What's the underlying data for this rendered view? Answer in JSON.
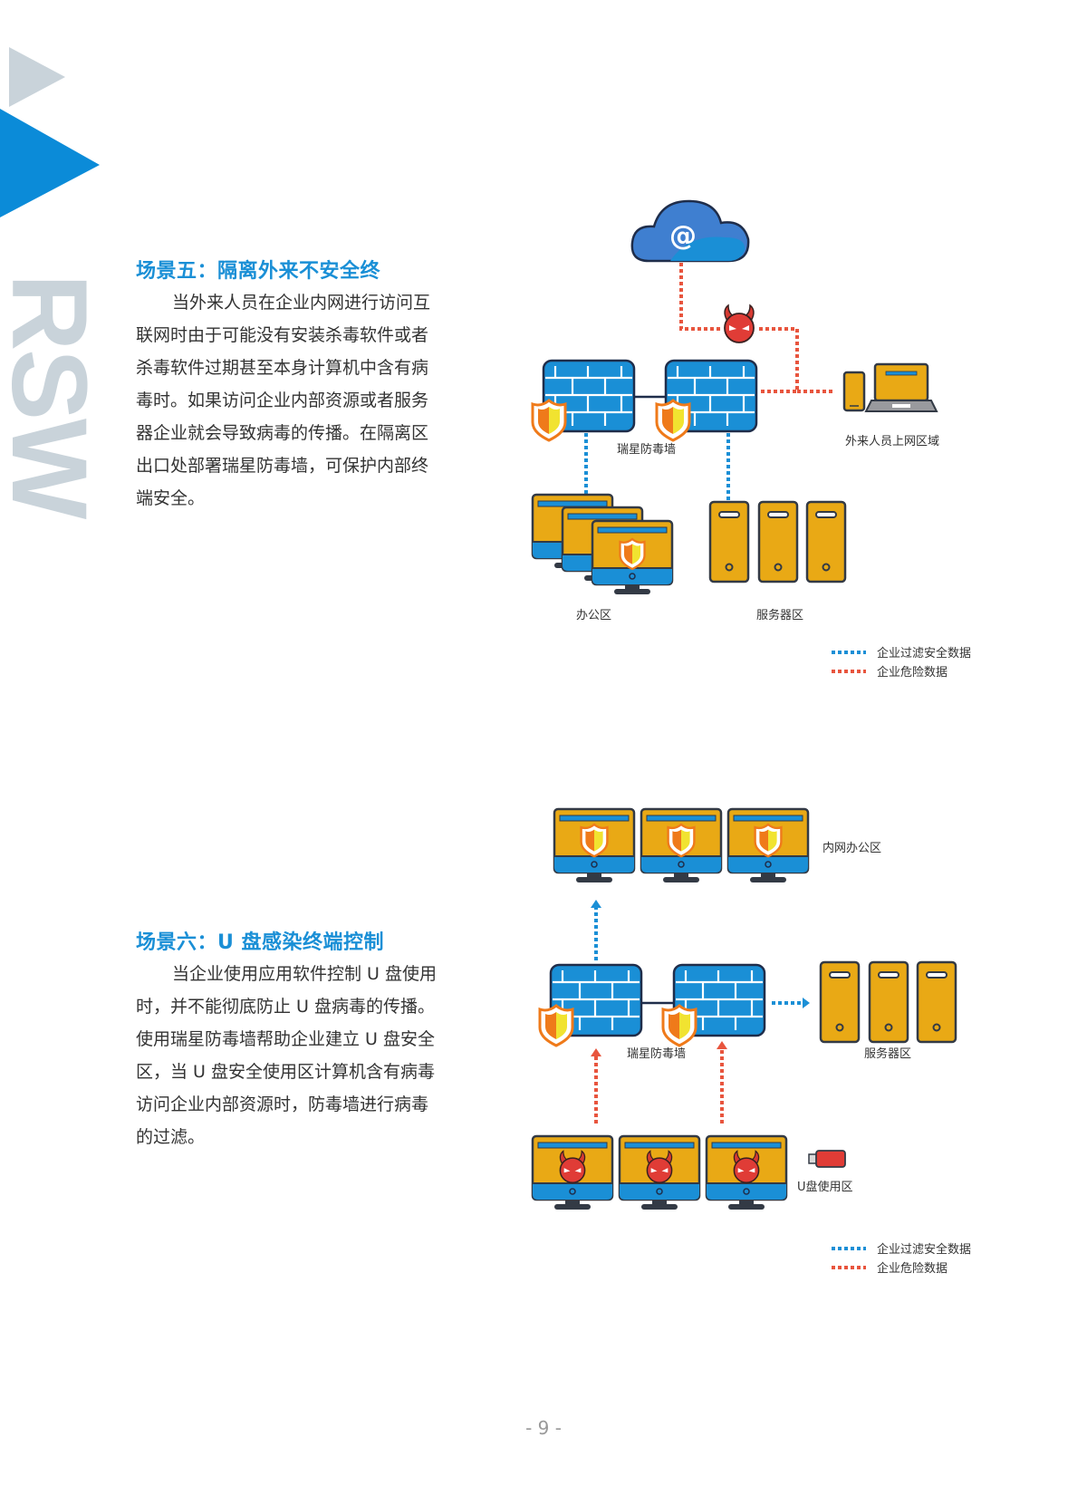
{
  "brand": {
    "watermark": "RSW",
    "accent_color": "#0b8bd8",
    "watermark_color": "#c9d3da"
  },
  "scene5": {
    "title": "场景五：隔离外来不安全终",
    "paragraph_lines": [
      "当外来人员在企业内网进行访问互",
      "联网时由于可能没有安装杀毒软件或者",
      "杀毒软件过期甚至本身计算机中含有病",
      "毒时。如果访问企业内部资源或者服务",
      "器企业就会导致病毒的传播。在隔离区",
      "出口处部署瑞星防毒墙，可保护内部终",
      "端安全。"
    ],
    "diagram": {
      "cloud_icon": "at-sign-cloud-icon",
      "virus_icon": "devil-virus-icon",
      "firewall_label": "瑞星防毒墙",
      "external_label": "外来人员上网区域",
      "office_label": "办公区",
      "server_label": "服务器区"
    },
    "legend": [
      {
        "label": "企业过滤安全数据",
        "color": "#1a8fd6"
      },
      {
        "label": "企业危险数据",
        "color": "#e8553e"
      }
    ]
  },
  "scene6": {
    "title": "场景六：U 盘感染终端控制",
    "paragraph_lines": [
      "当企业使用应用软件控制 U 盘使用",
      "时，并不能彻底防止 U 盘病毒的传播。",
      "使用瑞星防毒墙帮助企业建立 U 盘安全",
      "区，当 U 盘安全使用区计算机含有病毒",
      "访问企业内部资源时，防毒墙进行病毒",
      "的过滤。"
    ],
    "diagram": {
      "intranet_label": "内网办公区",
      "firewall_label": "瑞星防毒墙",
      "server_label": "服务器区",
      "usb_label": "U盘使用区"
    },
    "legend": [
      {
        "label": "企业过滤安全数据",
        "color": "#1a8fd6"
      },
      {
        "label": "企业危险数据",
        "color": "#e8553e"
      }
    ]
  },
  "footer": {
    "page_number": "- 9 -"
  }
}
